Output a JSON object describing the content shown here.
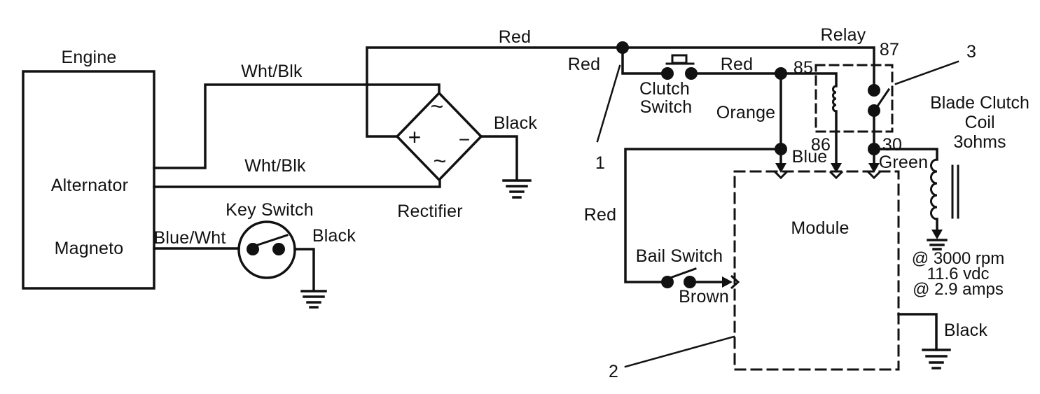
{
  "engine": {
    "title": "Engine",
    "line1": "Alternator",
    "line2": "Magneto"
  },
  "wires": {
    "wht_blk_top": "Wht/Blk",
    "wht_blk_bottom": "Wht/Blk",
    "blue_wht": "Blue/Wht",
    "red_main": "Red",
    "red_clutch": "Red",
    "red_after_clutch": "Red",
    "red_bail": "Red",
    "orange": "Orange",
    "blue": "Blue",
    "green": "Green",
    "brown": "Brown",
    "black_rectifier": "Black",
    "black_key": "Black",
    "black_module": "Black"
  },
  "rectifier": {
    "label": "Rectifier",
    "ac_top": "~",
    "plus": "+",
    "minus": "−",
    "ac_bottom": "~"
  },
  "key_switch": {
    "label": "Key Switch"
  },
  "clutch_switch": {
    "line1": "Clutch",
    "line2": "Switch"
  },
  "bail_switch": {
    "label": "Bail Switch"
  },
  "relay": {
    "label": "Relay",
    "pin_87": "87",
    "pin_85": "85",
    "pin_86": "86",
    "pin_30": "30"
  },
  "module": {
    "label": "Module"
  },
  "blade_clutch": {
    "line1": "Blade Clutch",
    "line2": "Coil",
    "line3": "3ohms"
  },
  "specs": {
    "line1": "@ 3000 rpm",
    "line2": "11.6 vdc",
    "line3": "@ 2.9 amps"
  },
  "callouts": {
    "c1": "1",
    "c2": "2",
    "c3": "3"
  },
  "colors": {
    "ink": "#111111",
    "paper": "#ffffff"
  }
}
